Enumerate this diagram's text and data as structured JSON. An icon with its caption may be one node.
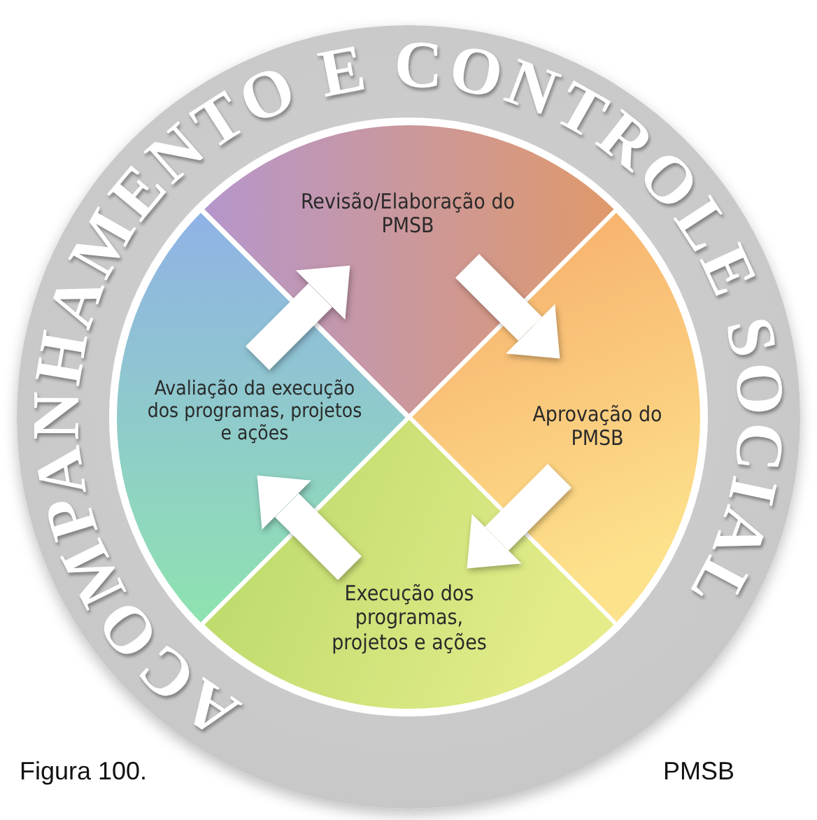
{
  "diagram": {
    "nodes": [
      {
        "text": [
          "Revisão/Elaboração do PMSB"
        ]
      },
      {
        "text": [
          "Avaliação da execução dos programas, projetos e ações"
        ]
      },
      {
        "text": [
          "Aprovação do PMSB"
        ]
      },
      {
        "text": [
          "Execução dos programas, projetos e ações"
        ]
      }
    ],
    "edges": [
      {
        "from": 0,
        "to": 2,
        "arrow": "to"
      },
      {
        "from": 2,
        "to": 3,
        "arrow": "to"
      },
      {
        "from": 3,
        "to": 1,
        "arrow": "to"
      },
      {
        "from": 1,
        "to": 0,
        "arrow": "to"
      }
    ],
    "labels": [
      "ACOMPANHAMENTO E CONTROLE SOCIAL",
      "Figura 100.",
      "PMSB"
    ]
  }
}
